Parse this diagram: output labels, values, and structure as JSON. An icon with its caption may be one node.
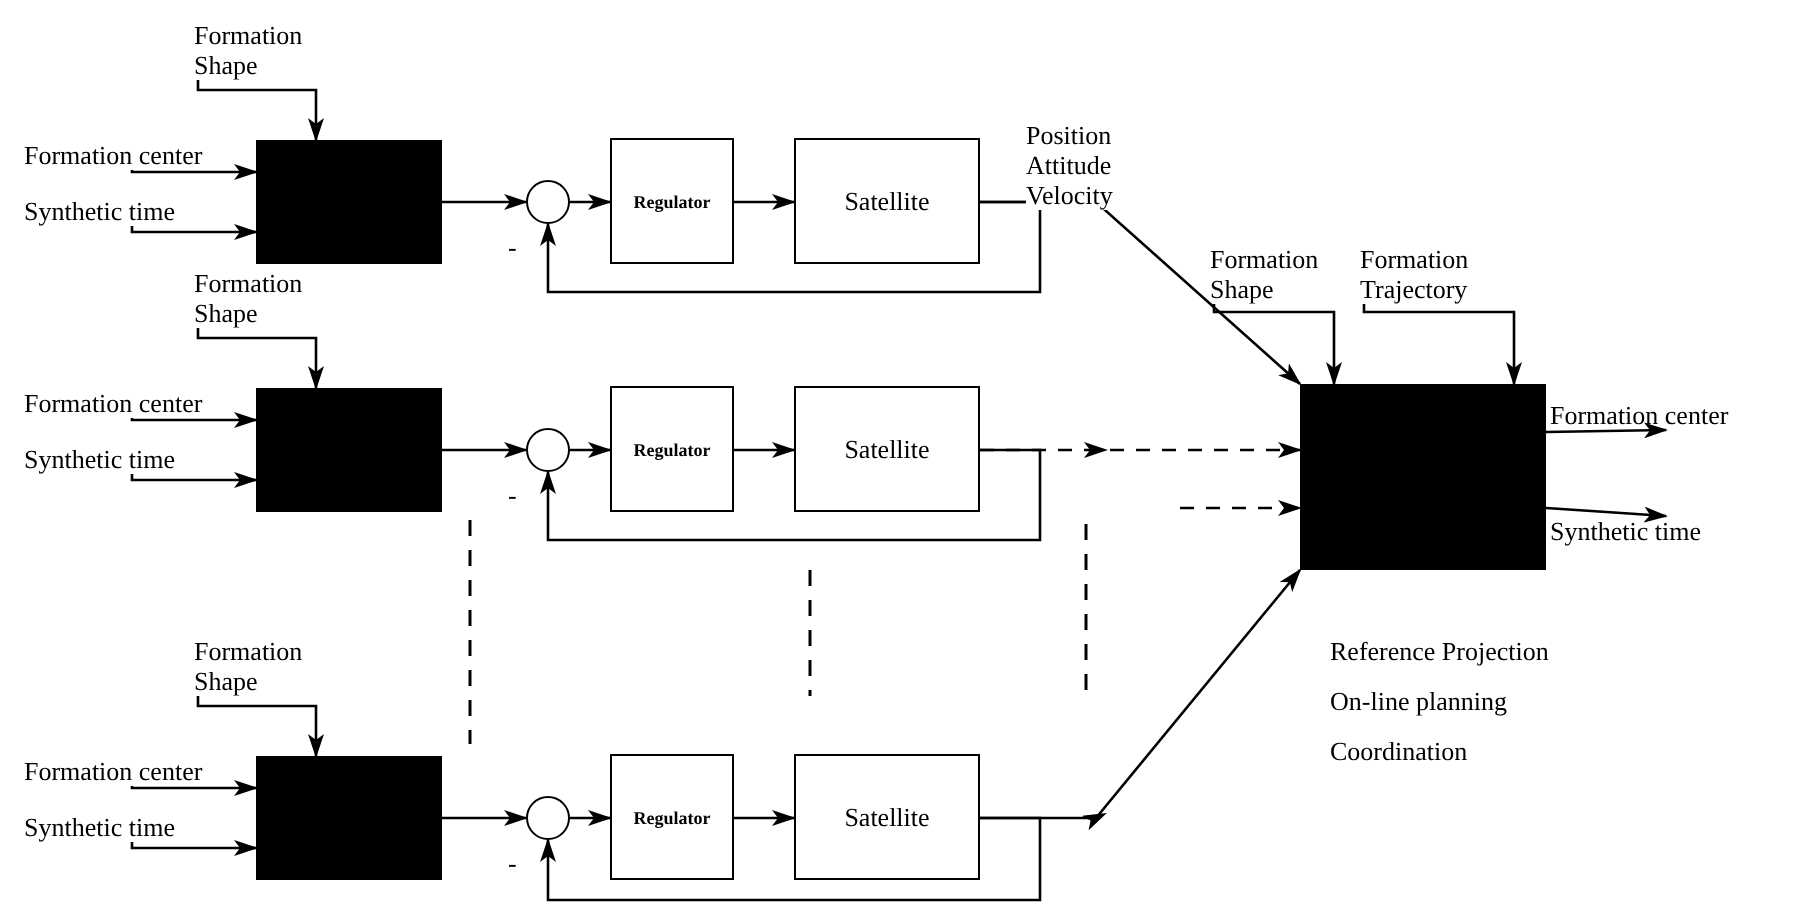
{
  "diagram": {
    "nodes": [
      {
        "text": [
          "Formation Shape"
        ]
      },
      {
        "text": [
          "Formation center"
        ]
      },
      {
        "text": [
          "Synthetic time"
        ]
      },
      {
        "text": [],
        "shape": "box"
      },
      {
        "text": [],
        "shape": "circle"
      },
      {
        "text": [
          "Regulator"
        ]
      },
      {
        "text": [
          "Satellite"
        ]
      },
      {
        "text": [
          "Formation Shape"
        ]
      },
      {
        "text": [
          "Formation center"
        ]
      },
      {
        "text": [
          "Synthetic time"
        ]
      },
      {
        "text": [],
        "shape": "box"
      },
      {
        "text": [],
        "shape": "circle"
      },
      {
        "text": [
          "Regulator"
        ]
      },
      {
        "text": [
          "Satellite"
        ]
      },
      {
        "text": [
          "Formation Shape"
        ]
      },
      {
        "text": [
          "Formation Trajectory"
        ]
      },
      {
        "text": [],
        "shape": "box",
        "beside": [
          "Reference Projection",
          "On-line planning",
          "Coordination"
        ]
      },
      {
        "text": [
          "Formation center"
        ]
      },
      {
        "text": [
          "Synthetic time"
        ]
      },
      {
        "text": [
          "Formation Shape"
        ]
      },
      {
        "text": [
          "Formation center"
        ]
      },
      {
        "text": [
          "Synthetic time"
        ]
      },
      {
        "text": [],
        "shape": "box"
      },
      {
        "text": [],
        "shape": "circle"
      },
      {
        "text": [
          "Regulator"
        ]
      },
      {
        "text": [
          "Satellite"
        ]
      }
    ],
    "edges": [
      {
        "from": 0,
        "to": 3,
        "arrow": "to"
      },
      {
        "from": 1,
        "to": 3,
        "arrow": "to"
      },
      {
        "from": 2,
        "to": 3,
        "arrow": "to"
      },
      {
        "from": 3,
        "to": 4,
        "arrow": "to"
      },
      {
        "from": 4,
        "to": 5,
        "arrow": "to"
      },
      {
        "from": 5,
        "to": 6,
        "arrow": "to"
      },
      {
        "from": 6,
        "to": 4,
        "arrow": "to",
        "label": "-"
      },
      {
        "from": 6,
        "to": 16,
        "arrow": "to",
        "label": "Position Attitude Velocity"
      },
      {
        "from": 7,
        "to": 10,
        "arrow": "to"
      },
      {
        "from": 8,
        "to": 10,
        "arrow": "to"
      },
      {
        "from": 9,
        "to": 10,
        "arrow": "to"
      },
      {
        "from": 10,
        "to": 11,
        "arrow": "to"
      },
      {
        "from": 11,
        "to": 12,
        "arrow": "to"
      },
      {
        "from": 12,
        "to": 13,
        "arrow": "to"
      },
      {
        "from": 13,
        "to": 11,
        "arrow": "to",
        "label": "-"
      },
      {
        "from": 13,
        "to": 16,
        "arrow": "to",
        "style": "dashed"
      },
      {
        "from": null,
        "to": 16,
        "arrow": "to",
        "style": "dashed"
      },
      {
        "from": 14,
        "to": 16,
        "arrow": "to"
      },
      {
        "from": 15,
        "to": 16,
        "arrow": "to"
      },
      {
        "from": 16,
        "to": 17,
        "arrow": "to"
      },
      {
        "from": 16,
        "to": 18,
        "arrow": "to"
      },
      {
        "from": 19,
        "to": 22,
        "arrow": "to"
      },
      {
        "from": 20,
        "to": 22,
        "arrow": "to"
      },
      {
        "from": 21,
        "to": 22,
        "arrow": "to"
      },
      {
        "from": 22,
        "to": 23,
        "arrow": "to"
      },
      {
        "from": 23,
        "to": 24,
        "arrow": "to"
      },
      {
        "from": 24,
        "to": 25,
        "arrow": "to"
      },
      {
        "from": 25,
        "to": 23,
        "arrow": "to",
        "label": "-"
      },
      {
        "from": 25,
        "to": 16,
        "arrow": "to"
      }
    ]
  }
}
